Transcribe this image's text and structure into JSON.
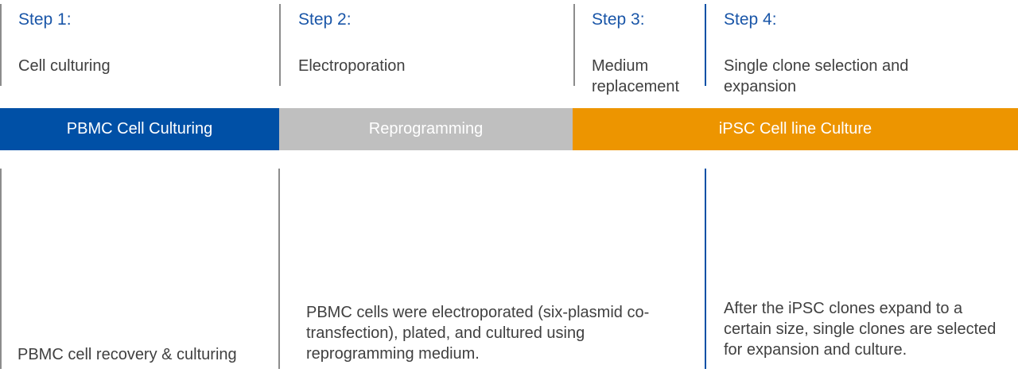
{
  "steps": [
    {
      "title": "Step 1:",
      "subtitle": "Cell culturing"
    },
    {
      "title": "Step 2:",
      "subtitle": "Electroporation"
    },
    {
      "title": "Step 3:",
      "subtitle": "Medium replacement"
    },
    {
      "title": "Step 4:",
      "subtitle": "Single clone selection and expansion"
    }
  ],
  "phases": [
    {
      "label": "PBMC Cell Culturing",
      "color": "#0050a6"
    },
    {
      "label": "Reprogramming",
      "color": "#bfbfbf"
    },
    {
      "label": "iPSC Cell line Culture",
      "color": "#ed9500"
    }
  ],
  "descriptions": [
    "PBMC cell recovery & culturing",
    "PBMC cells were electroporated (six-plasmid co-transfection), plated, and cultured using reprogramming medium.",
    "After the iPSC clones expand to a certain size, single clones are selected for expansion and culture."
  ],
  "colors": {
    "step_title": "#1a56a8",
    "gray_divider": "#8c8c8c",
    "blue_divider": "#0050a6",
    "text": "#404040"
  }
}
